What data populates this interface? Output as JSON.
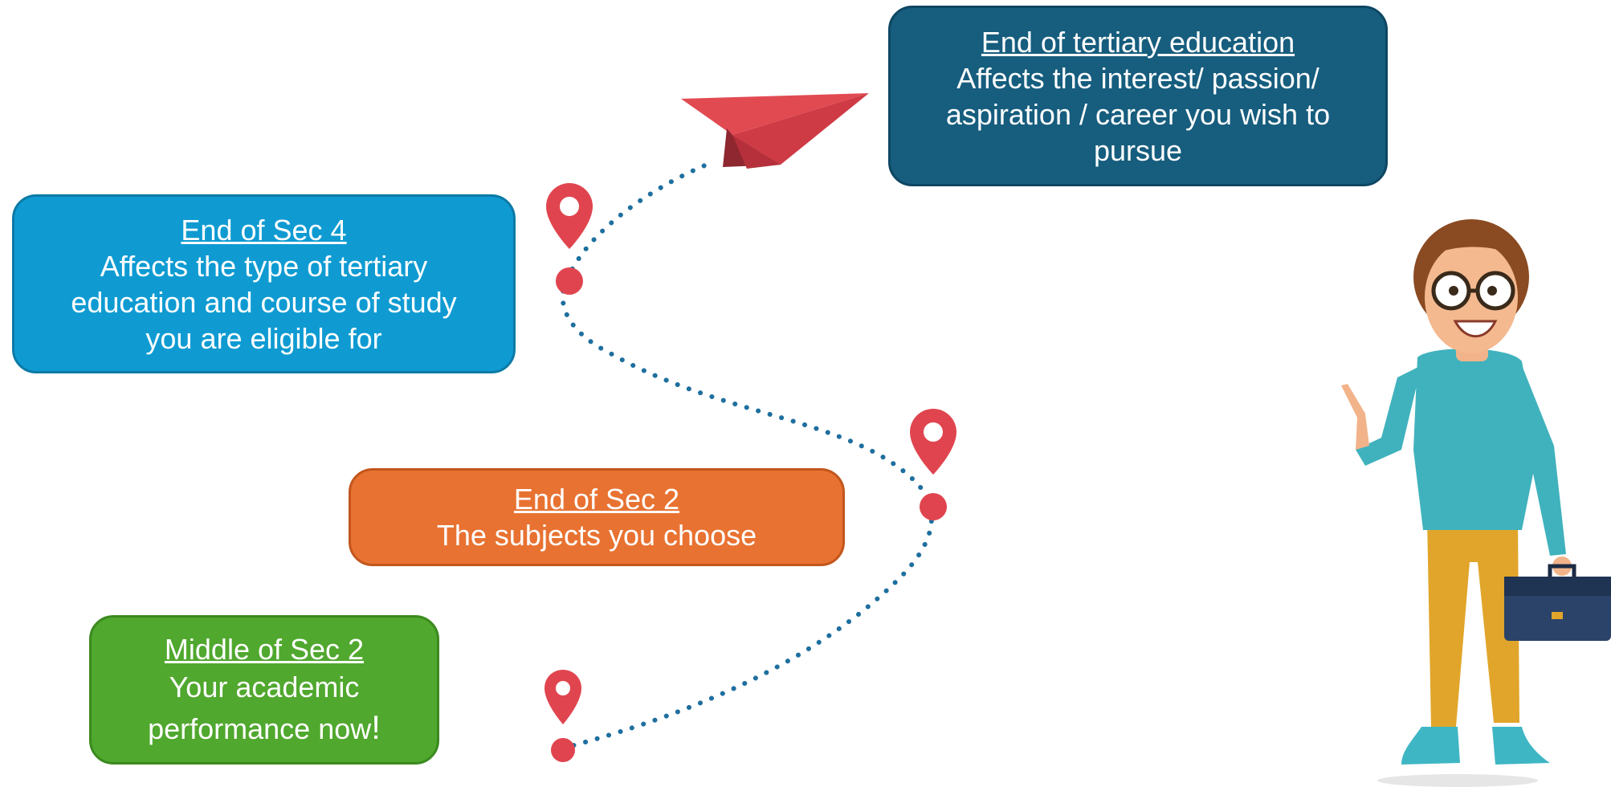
{
  "boxes": {
    "tertiary": {
      "title": "End of tertiary education",
      "lines": [
        "Affects the interest/ passion/",
        "aspiration / career you wish to",
        "pursue"
      ],
      "color": "#165d7e"
    },
    "sec4": {
      "title": "End of Sec 4",
      "lines": [
        "Affects the type of tertiary",
        "education and course of study",
        "you are eligible for"
      ],
      "color": "#0f9bd2"
    },
    "sec2": {
      "title": "End of Sec 2",
      "lines": [
        "The subjects you choose"
      ],
      "color": "#e87231"
    },
    "midsec2": {
      "title": "Middle of Sec 2",
      "lines": [
        "Your academic",
        "performance now"
      ],
      "emphasis": "!",
      "color": "#50a82e"
    }
  },
  "illustration": {
    "path_color": "#1f6f9e",
    "pin_color": "#e0454f",
    "plane_color": "#e0454f",
    "icons": [
      "map-pin-icon",
      "paper-plane-icon",
      "person-illustration",
      "briefcase-icon"
    ]
  }
}
